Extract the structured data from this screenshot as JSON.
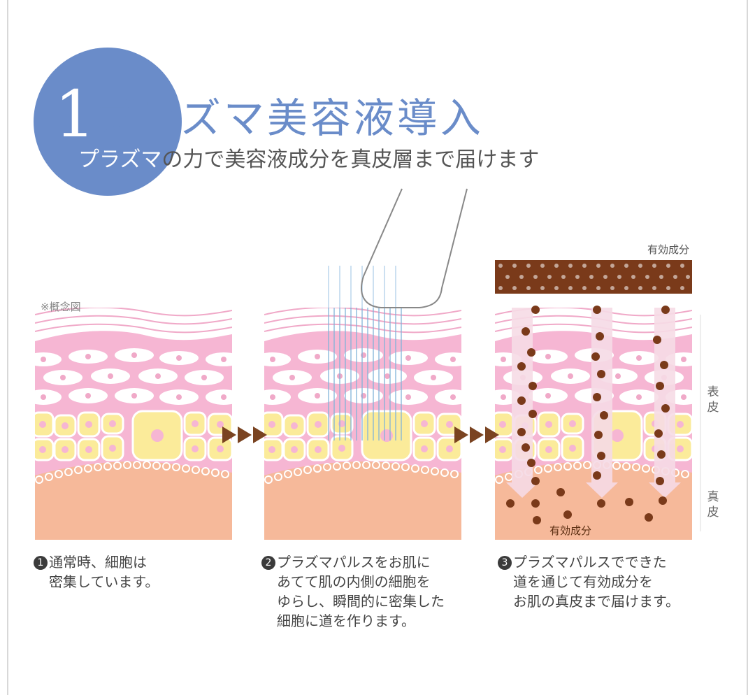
{
  "title": {
    "badge_number": "1",
    "main": "プラズマ美容液導入",
    "subtitle_highlight": "プラズマ",
    "subtitle_rest": "の力で美容液成分を真皮層まで届けます"
  },
  "note": "※概念図",
  "labels": {
    "active_top": "有効成分",
    "active_bottom": "有効成分",
    "epidermis": "表皮",
    "dermis": "真皮"
  },
  "captions": [
    {
      "number": "1",
      "lines": [
        "通常時、細胞は",
        "密集しています。"
      ]
    },
    {
      "number": "2",
      "lines": [
        "プラズマパルスをお肌に",
        "あてて肌の内側の細胞を",
        "ゆらし、瞬間的に密集した",
        "細胞に道を作ります。"
      ]
    },
    {
      "number": "3",
      "lines": [
        "プラズマパルスでできた",
        "道を通じて有効成分を",
        "お肌の真皮まで届けます。"
      ]
    }
  ],
  "colors": {
    "accent_blue": "#6a8cc9",
    "skin_pink": "#f6b6d3",
    "dermis": "#f6b99a",
    "cell_yellow": "#fbeb9a",
    "ingredient_brown": "#7a3a1a"
  }
}
